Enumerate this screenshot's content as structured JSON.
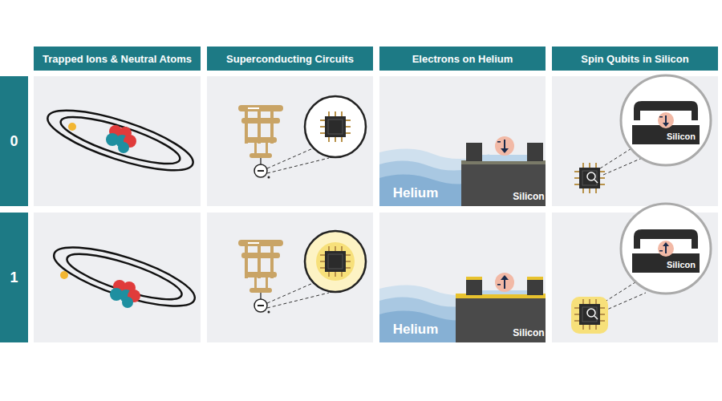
{
  "diagram": {
    "nodes": [
      {
        "text": [
          "Trapped Ions & Neutral Atoms"
        ]
      },
      {
        "text": [
          "Superconducting Circuits"
        ]
      },
      {
        "text": [
          "Electrons on Helium"
        ]
      },
      {
        "text": [
          "Spin Qubits in Silicon"
        ]
      },
      {
        "text": [
          "0"
        ]
      },
      {
        "text": [
          "1"
        ]
      }
    ],
    "labels": [
      "Helium",
      "Silicon",
      "Silicon",
      "Helium",
      "Silicon",
      "Silicon"
    ]
  }
}
